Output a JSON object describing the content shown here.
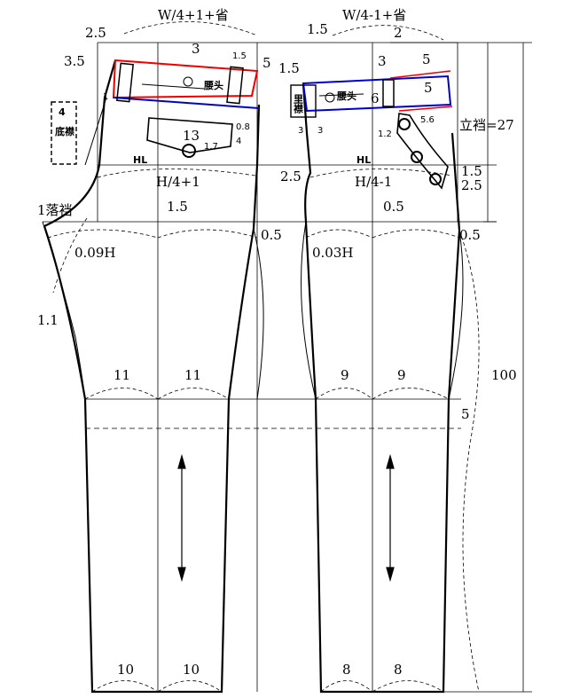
{
  "front": {
    "waist_formula": "W/4+1+省",
    "hip_formula": "H/4+1",
    "hip_line": "HL",
    "waistband_label": "腰头",
    "fly_label": "底襟",
    "fly_number": "4",
    "crotch_drop": "1落裆",
    "crotch_ext": "0.09H",
    "knee_left": "11",
    "knee_right": "11",
    "hem_left": "10",
    "hem_right": "10",
    "pocket_depth": "13",
    "button_size": "1.7",
    "d_25": "2.5",
    "d_35": "3.5",
    "d_3": "3",
    "d_15_top": "1.5",
    "d_5": "5",
    "d_1": "1",
    "d_08": "0.8",
    "d_4": "4",
    "d_15_crotch": "1.5",
    "d_05": "0.5",
    "d_11": "1.1"
  },
  "back": {
    "waist_formula": "W/4-1+省",
    "hip_formula": "H/4-1",
    "hip_line": "HL",
    "waistband_label": "腰头",
    "lining_label": "里襟",
    "crotch_ext": "0.03H",
    "knee_left": "9",
    "knee_right": "9",
    "hem_left": "8",
    "hem_right": "8",
    "rise": "立裆=27",
    "total_length": "100",
    "d_15_top": "1.5",
    "d_2": "2",
    "d_15_left": "1.5",
    "d_3": "3",
    "d_5a": "5",
    "d_5b": "5",
    "d_6": "6",
    "d_3b": "3",
    "d_3c": "3",
    "d_12": "1.2",
    "d_56": "5.6",
    "d_15_right": "1.5",
    "d_25_right": "2.5",
    "d_25_left": "2.5",
    "d_05_left": "0.5",
    "d_05_right": "0.5",
    "d_knee": "5"
  }
}
